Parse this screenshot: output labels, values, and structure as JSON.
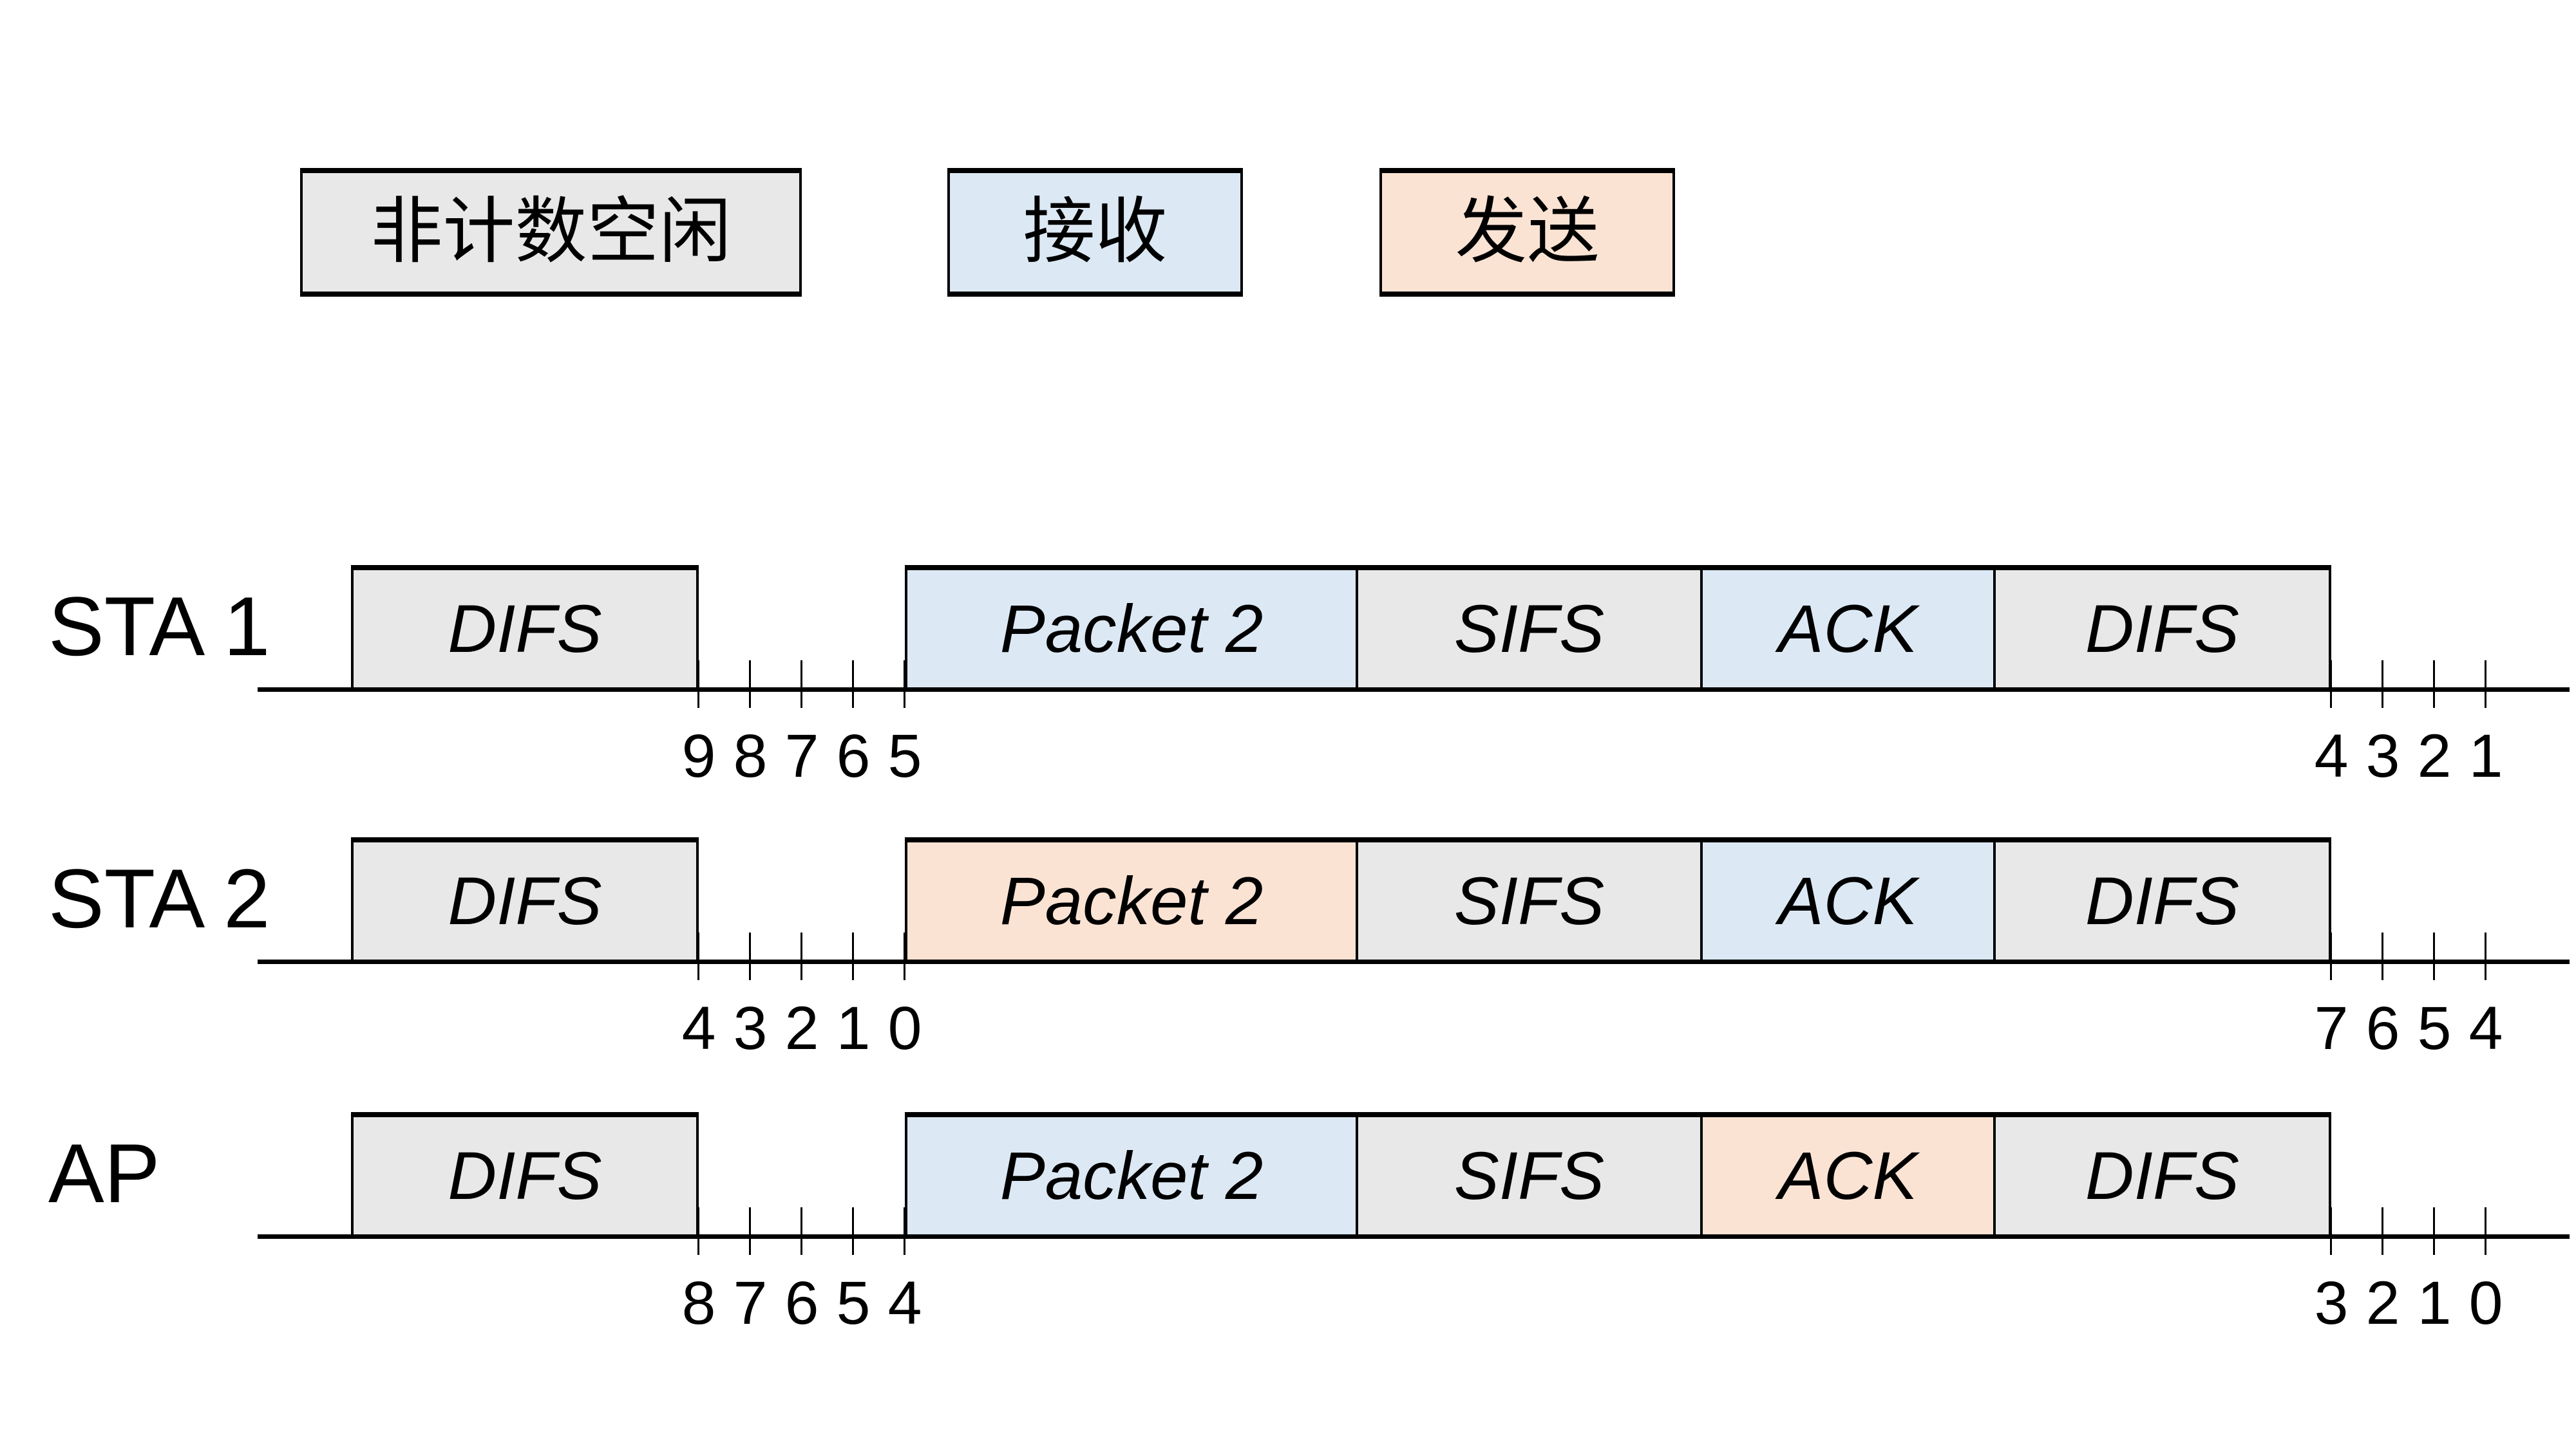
{
  "legend": {
    "items": [
      {
        "label": "非计数空闲",
        "state": "idle",
        "color": "#E8E8E8"
      },
      {
        "label": "接收",
        "state": "receive",
        "color": "#DCE9F5"
      },
      {
        "label": "发送",
        "state": "transmit",
        "color": "#FBE3D4"
      }
    ]
  },
  "rows": [
    {
      "label": "STA 1",
      "segments": [
        {
          "label": "DIFS",
          "state": "idle"
        },
        {
          "label": "Packet 2",
          "state": "receive"
        },
        {
          "label": "SIFS",
          "state": "idle"
        },
        {
          "label": "ACK",
          "state": "receive"
        },
        {
          "label": "DIFS",
          "state": "idle"
        }
      ],
      "backoff_counts_left": [
        "9",
        "8",
        "7",
        "6",
        "5"
      ],
      "backoff_counts_right": [
        "4",
        "3",
        "2",
        "1"
      ]
    },
    {
      "label": "STA 2",
      "segments": [
        {
          "label": "DIFS",
          "state": "idle"
        },
        {
          "label": "Packet 2",
          "state": "transmit"
        },
        {
          "label": "SIFS",
          "state": "idle"
        },
        {
          "label": "ACK",
          "state": "receive"
        },
        {
          "label": "DIFS",
          "state": "idle"
        }
      ],
      "backoff_counts_left": [
        "4",
        "3",
        "2",
        "1",
        "0"
      ],
      "backoff_counts_right": [
        "7",
        "6",
        "5",
        "4"
      ]
    },
    {
      "label": "AP",
      "segments": [
        {
          "label": "DIFS",
          "state": "idle"
        },
        {
          "label": "Packet 2",
          "state": "receive"
        },
        {
          "label": "SIFS",
          "state": "idle"
        },
        {
          "label": "ACK",
          "state": "transmit"
        },
        {
          "label": "DIFS",
          "state": "idle"
        }
      ],
      "backoff_counts_left": [
        "8",
        "7",
        "6",
        "5",
        "4"
      ],
      "backoff_counts_right": [
        "3",
        "2",
        "1",
        "0"
      ]
    }
  ],
  "colors": {
    "idle": "#E8E8E8",
    "receive": "#DCE9F5",
    "transmit": "#FBE3D4",
    "line": "#000000",
    "background": "#FFFFFF"
  }
}
